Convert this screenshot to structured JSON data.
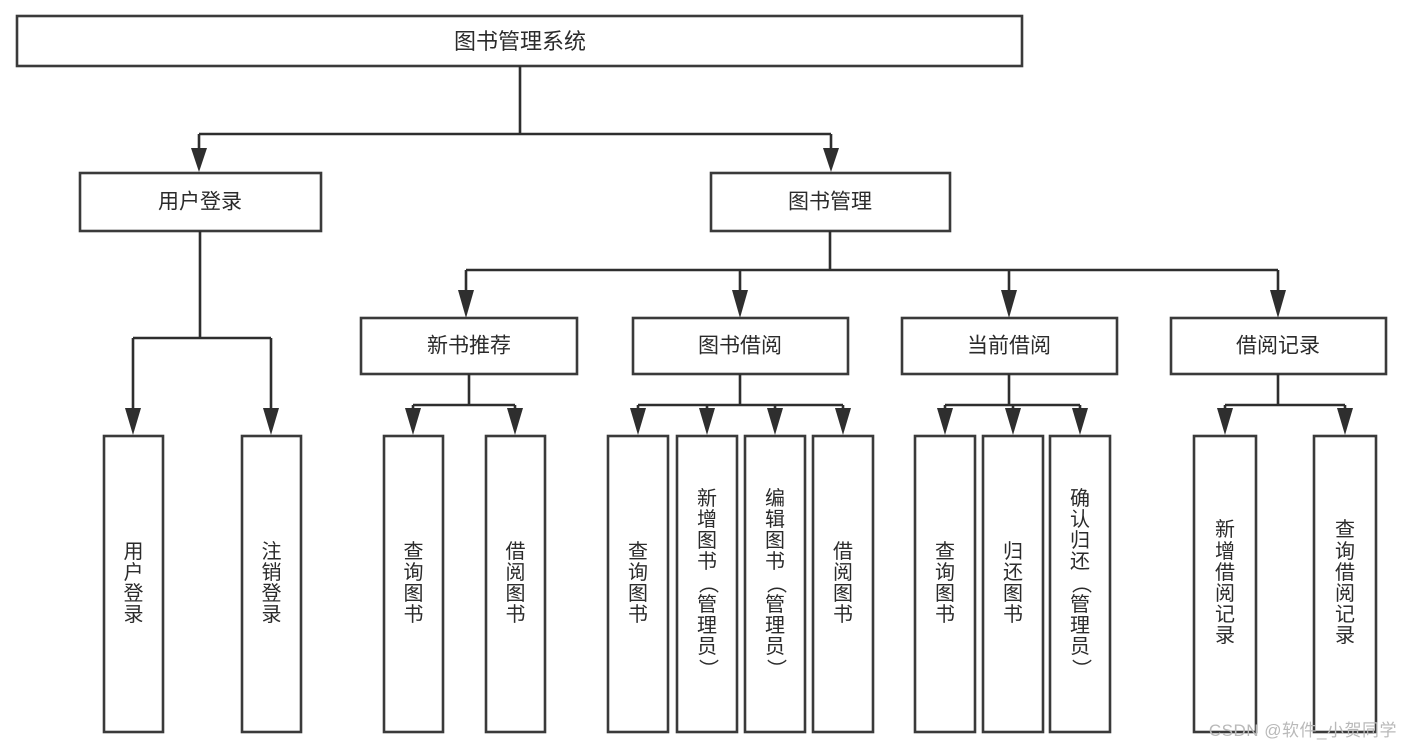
{
  "diagram": {
    "title": "图书管理系统",
    "type": "tree",
    "watermark": "CSDN @软件_小贺同学",
    "colors": {
      "box_stroke": "#3a3a3a",
      "box_fill": "#ffffff",
      "connector": "#2e2e2e",
      "text": "#2b2b2b",
      "watermark": "#b9b9b9",
      "background": "#ffffff"
    },
    "root": {
      "label": "图书管理系统"
    },
    "level2": [
      {
        "label": "用户登录"
      },
      {
        "label": "图书管理"
      }
    ],
    "level3": [
      {
        "label": "新书推荐",
        "parent": "图书管理"
      },
      {
        "label": "图书借阅",
        "parent": "图书管理"
      },
      {
        "label": "当前借阅",
        "parent": "图书管理"
      },
      {
        "label": "借阅记录",
        "parent": "图书管理"
      }
    ],
    "leaves": {
      "user_login": [
        {
          "label": "用户登录"
        },
        {
          "label": "注销登录"
        }
      ],
      "new_book_recommend": [
        {
          "label": "查询图书"
        },
        {
          "label": "借阅图书"
        }
      ],
      "book_borrow": [
        {
          "label": "查询图书"
        },
        {
          "label": "新增图书（管理员）"
        },
        {
          "label": "编辑图书（管理员）"
        },
        {
          "label": "借阅图书"
        }
      ],
      "current_borrow": [
        {
          "label": "查询图书"
        },
        {
          "label": "归还图书"
        },
        {
          "label": "确认归还（管理员）"
        }
      ],
      "borrow_records": [
        {
          "label": "新增借阅记录"
        },
        {
          "label": "查询借阅记录"
        }
      ]
    }
  }
}
